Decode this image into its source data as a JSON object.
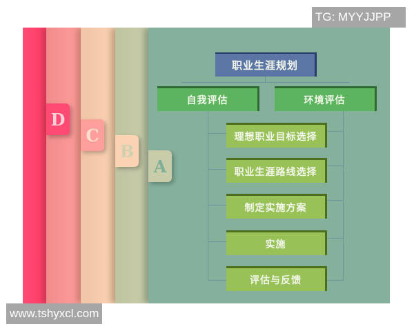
{
  "watermarks": {
    "top_right": "TG: MYYJJPP",
    "bottom_left": "www.tshyxcl.com"
  },
  "tabs": [
    {
      "letter": "D",
      "color": "#ff4a74"
    },
    {
      "letter": "C",
      "color": "#ff9f9c"
    },
    {
      "letter": "B",
      "color": "#fbd3b3"
    },
    {
      "letter": "A",
      "color": "#c9cca9"
    }
  ],
  "diagram": {
    "root": "职业生涯规划",
    "level1": [
      "自我评估",
      "环境评估"
    ],
    "steps": [
      "理想职业目标选择",
      "职业生涯路线选择",
      "制定实施方案",
      "实施",
      "评估与反馈"
    ]
  },
  "colors": {
    "background_teal": "#84b09c",
    "root_blue": "#5b76a5",
    "level1_green": "#5cb55e",
    "step_olive": "#98c157",
    "connector": "#6c93a0"
  }
}
